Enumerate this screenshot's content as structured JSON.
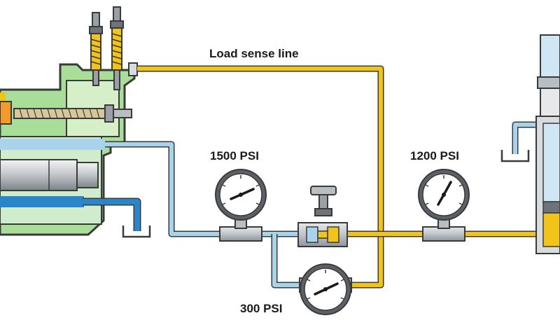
{
  "labels": {
    "load_sense": "Load sense line",
    "gauge_1500": "1500 PSI",
    "gauge_1200": "1200 PSI",
    "gauge_300": "300 PSI"
  },
  "colors": {
    "load_sense_line": "#f2c318",
    "supply_line": "#a9d3ea",
    "return_line": "#2a86c8",
    "pump_housing": "#9fd88f",
    "housing_dark": "#3a3a3a",
    "steel": "#b9bec3",
    "background": "#ffffff"
  },
  "icons": {
    "pressure_gauge": "gauge-icon",
    "tank": "tank-icon",
    "valve": "valve-icon"
  }
}
